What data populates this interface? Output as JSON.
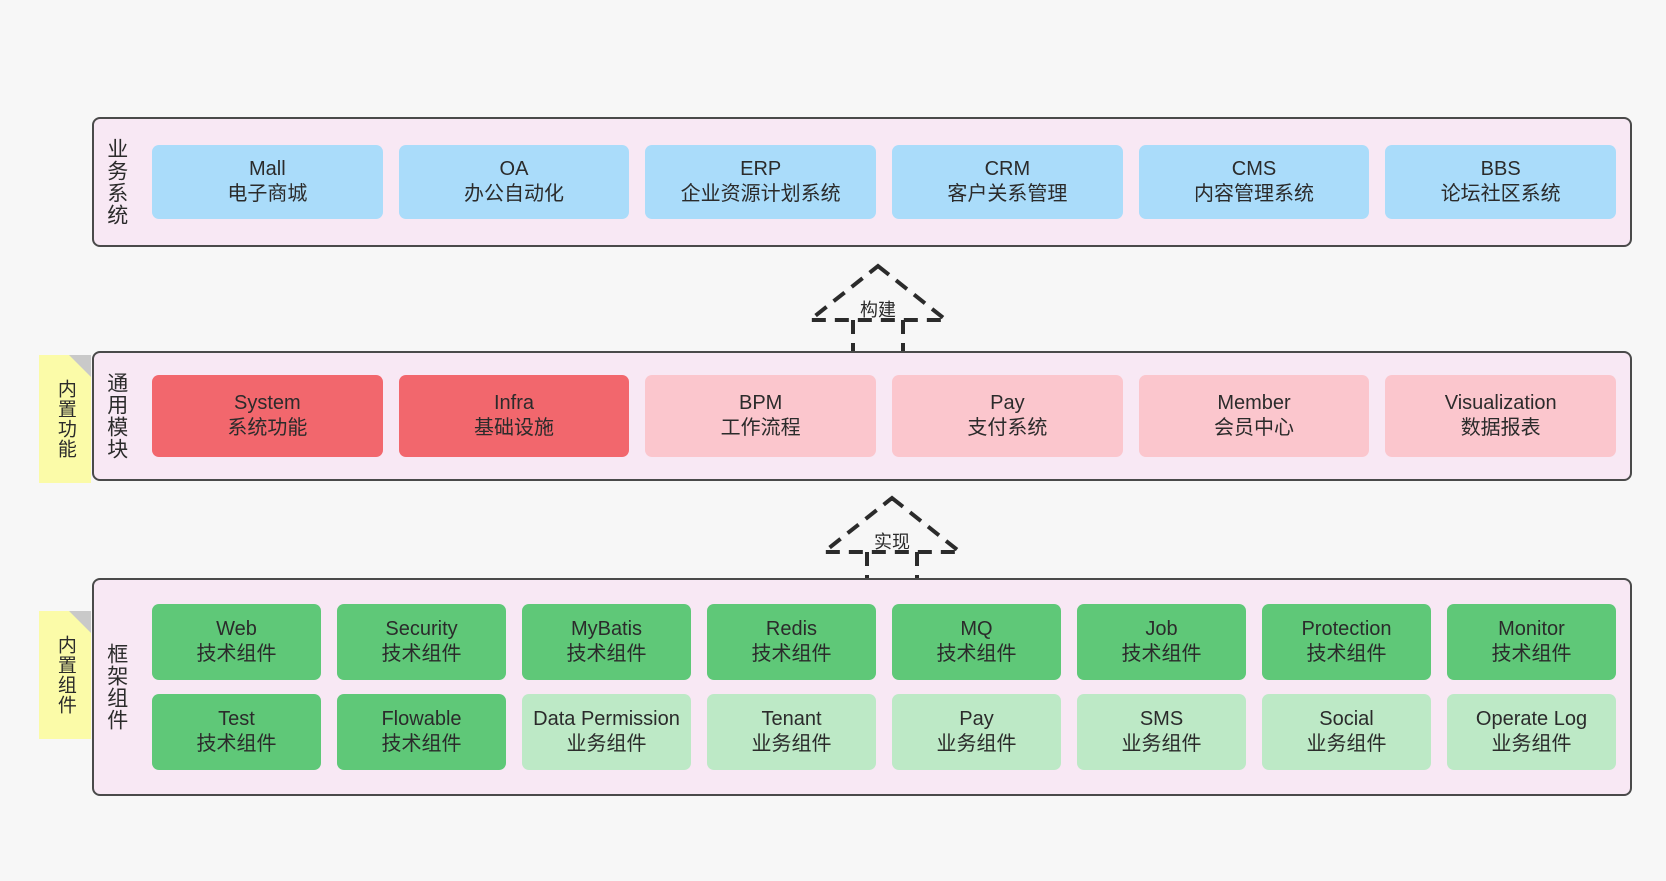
{
  "layers": [
    {
      "id": "business-systems",
      "title": "业务系统",
      "rows": [
        [
          {
            "name": "Mall",
            "sub": "电子商城",
            "color": "blue"
          },
          {
            "name": "OA",
            "sub": "办公自动化",
            "color": "blue"
          },
          {
            "name": "ERP",
            "sub": "企业资源计划系统",
            "color": "blue"
          },
          {
            "name": "CRM",
            "sub": "客户关系管理",
            "color": "blue"
          },
          {
            "name": "CMS",
            "sub": "内容管理系统",
            "color": "blue"
          },
          {
            "name": "BBS",
            "sub": "论坛社区系统",
            "color": "blue"
          }
        ]
      ]
    },
    {
      "id": "common-modules",
      "title": "通用模块",
      "note": "内置功能",
      "rows": [
        [
          {
            "name": "System",
            "sub": "系统功能",
            "color": "red"
          },
          {
            "name": "Infra",
            "sub": "基础设施",
            "color": "red"
          },
          {
            "name": "BPM",
            "sub": "工作流程",
            "color": "pink"
          },
          {
            "name": "Pay",
            "sub": "支付系统",
            "color": "pink"
          },
          {
            "name": "Member",
            "sub": "会员中心",
            "color": "pink"
          },
          {
            "name": "Visualization",
            "sub": "数据报表",
            "color": "pink"
          }
        ]
      ]
    },
    {
      "id": "framework-components",
      "title": "框架组件",
      "note": "内置组件",
      "rows": [
        [
          {
            "name": "Web",
            "sub": "技术组件",
            "color": "green"
          },
          {
            "name": "Security",
            "sub": "技术组件",
            "color": "green"
          },
          {
            "name": "MyBatis",
            "sub": "技术组件",
            "color": "green"
          },
          {
            "name": "Redis",
            "sub": "技术组件",
            "color": "green"
          },
          {
            "name": "MQ",
            "sub": "技术组件",
            "color": "green"
          },
          {
            "name": "Job",
            "sub": "技术组件",
            "color": "green"
          },
          {
            "name": "Protection",
            "sub": "技术组件",
            "color": "green"
          },
          {
            "name": "Monitor",
            "sub": "技术组件",
            "color": "green"
          }
        ],
        [
          {
            "name": "Test",
            "sub": "技术组件",
            "color": "green"
          },
          {
            "name": "Flowable",
            "sub": "技术组件",
            "color": "green"
          },
          {
            "name": "Data Permission",
            "sub": "业务组件",
            "color": "lightgreen"
          },
          {
            "name": "Tenant",
            "sub": "业务组件",
            "color": "lightgreen"
          },
          {
            "name": "Pay",
            "sub": "业务组件",
            "color": "lightgreen"
          },
          {
            "name": "SMS",
            "sub": "业务组件",
            "color": "lightgreen"
          },
          {
            "name": "Social",
            "sub": "业务组件",
            "color": "lightgreen"
          },
          {
            "name": "Operate Log",
            "sub": "业务组件",
            "color": "lightgreen"
          }
        ]
      ]
    }
  ],
  "connectors": [
    {
      "id": "build",
      "label": "构建"
    },
    {
      "id": "implement",
      "label": "实现"
    }
  ],
  "colors": {
    "page_background": "#f7f7f7",
    "layer_background": "#f8e8f4",
    "layer_border": "#4a4a4a",
    "note_background": "#fbfba8",
    "note_fold": "#c9c9c9",
    "blue": "#aadcfa",
    "red": "#f2676d",
    "pink": "#fbc6cd",
    "green": "#5fc878",
    "lightgreen": "#bde9c6",
    "text": "#2b2b2b"
  }
}
